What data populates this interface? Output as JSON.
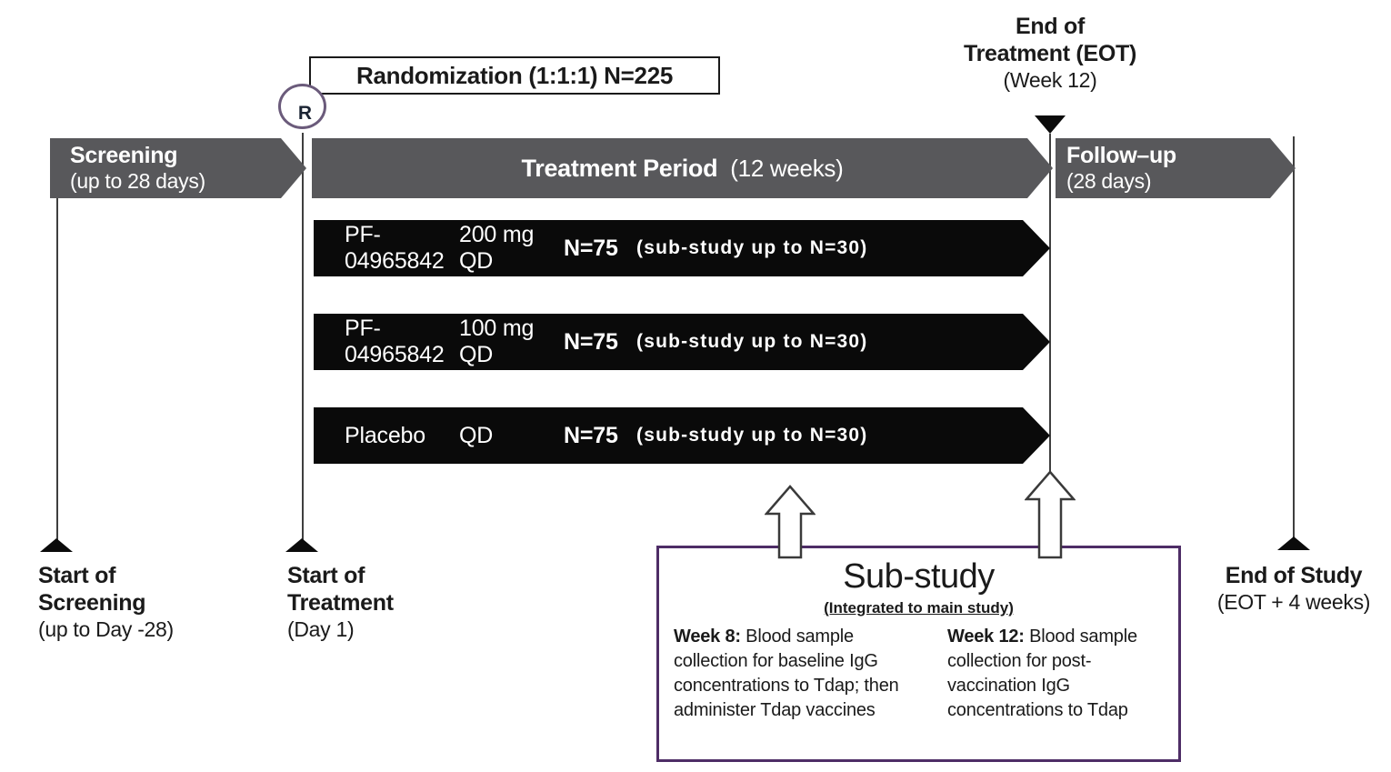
{
  "randomization": {
    "label": "Randomization (1:1:1)  N=225",
    "badge": "R"
  },
  "timeline": {
    "screening": {
      "title": "Screening",
      "subtitle": "(up to 28 days)"
    },
    "treatment": {
      "title": "Treatment Period",
      "subtitle": "(12 weeks)"
    },
    "followup": {
      "title": "Follow–up",
      "subtitle": "(28 days)"
    }
  },
  "arms": [
    {
      "name": "PF-04965842",
      "dose": "200 mg QD",
      "n": "N=75",
      "substudy": "(sub-study up to N=30)"
    },
    {
      "name": "PF-04965842",
      "dose": "100 mg QD",
      "n": "N=75",
      "substudy": "(sub-study up to N=30)"
    },
    {
      "name": "Placebo",
      "dose": "QD",
      "n": "N=75",
      "substudy": "(sub-study up to N=30)"
    }
  ],
  "milestones": {
    "eot": {
      "line1": "End of",
      "line2": "Treatment (EOT)",
      "line3": "(Week 12)"
    },
    "start_screening": {
      "line1": "Start of",
      "line2": "Screening",
      "line3": "(up to Day -28)"
    },
    "start_treatment": {
      "line1": "Start of",
      "line2": "Treatment",
      "line3": "(Day 1)"
    },
    "end_study": {
      "line1": "End of Study",
      "line2": "(EOT + 4 weeks)"
    }
  },
  "substudy_box": {
    "title": "Sub-study",
    "subtitle": "(Integrated to main study)",
    "week8_label": "Week 8:",
    "week8_text": " Blood sample collection for baseline IgG concentrations to Tdap; then administer Tdap vaccines",
    "week12_label": "Week 12:",
    "week12_text": " Blood sample collection for post-vaccination IgG concentrations to Tdap"
  },
  "colors": {
    "period_arrow_gray": "#58585b",
    "arm_arrow_black": "#0a0a0a",
    "substudy_border_purple": "#4e2d66",
    "r_circle_purple": "#6b5b7b"
  }
}
